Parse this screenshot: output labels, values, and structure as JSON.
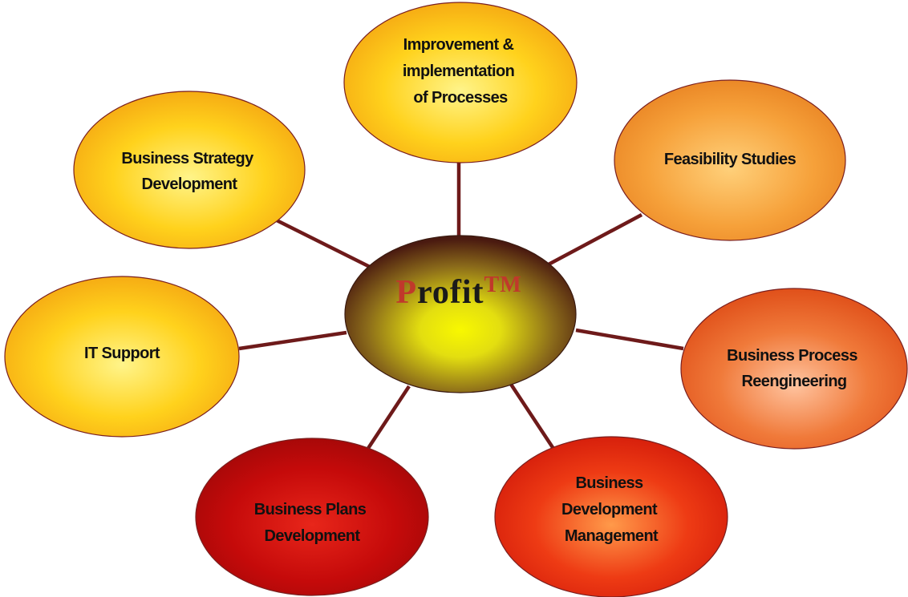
{
  "center": {
    "initial": "P",
    "rest": "rofit",
    "mark": "TM",
    "colors": {
      "initial": "#c0392b",
      "text": "#1a1a1a",
      "mark": "#c0392b"
    }
  },
  "nodes": [
    {
      "id": "improvement",
      "lines": [
        "Improvement &",
        "implementation",
        "of Processes"
      ]
    },
    {
      "id": "feasibility",
      "lines": [
        "Feasibility Studies"
      ]
    },
    {
      "id": "bpr",
      "lines": [
        "Business Process",
        "Reengineering"
      ]
    },
    {
      "id": "bdm",
      "lines": [
        "Business",
        "Development",
        "Management"
      ]
    },
    {
      "id": "bpd",
      "lines": [
        "Business Plans",
        "Development"
      ]
    },
    {
      "id": "it",
      "lines": [
        "IT Support"
      ]
    },
    {
      "id": "bsd",
      "lines": [
        "Business Strategy",
        "Development"
      ]
    }
  ],
  "colors": {
    "connector": "#6e1a1a",
    "outline": "#7a1f1f",
    "yellow": "#ffd21c",
    "orange": "#f6a13a",
    "orange_red": "#f07a3a",
    "red": "#ee3b14",
    "dark_red": "#c50a0a"
  }
}
